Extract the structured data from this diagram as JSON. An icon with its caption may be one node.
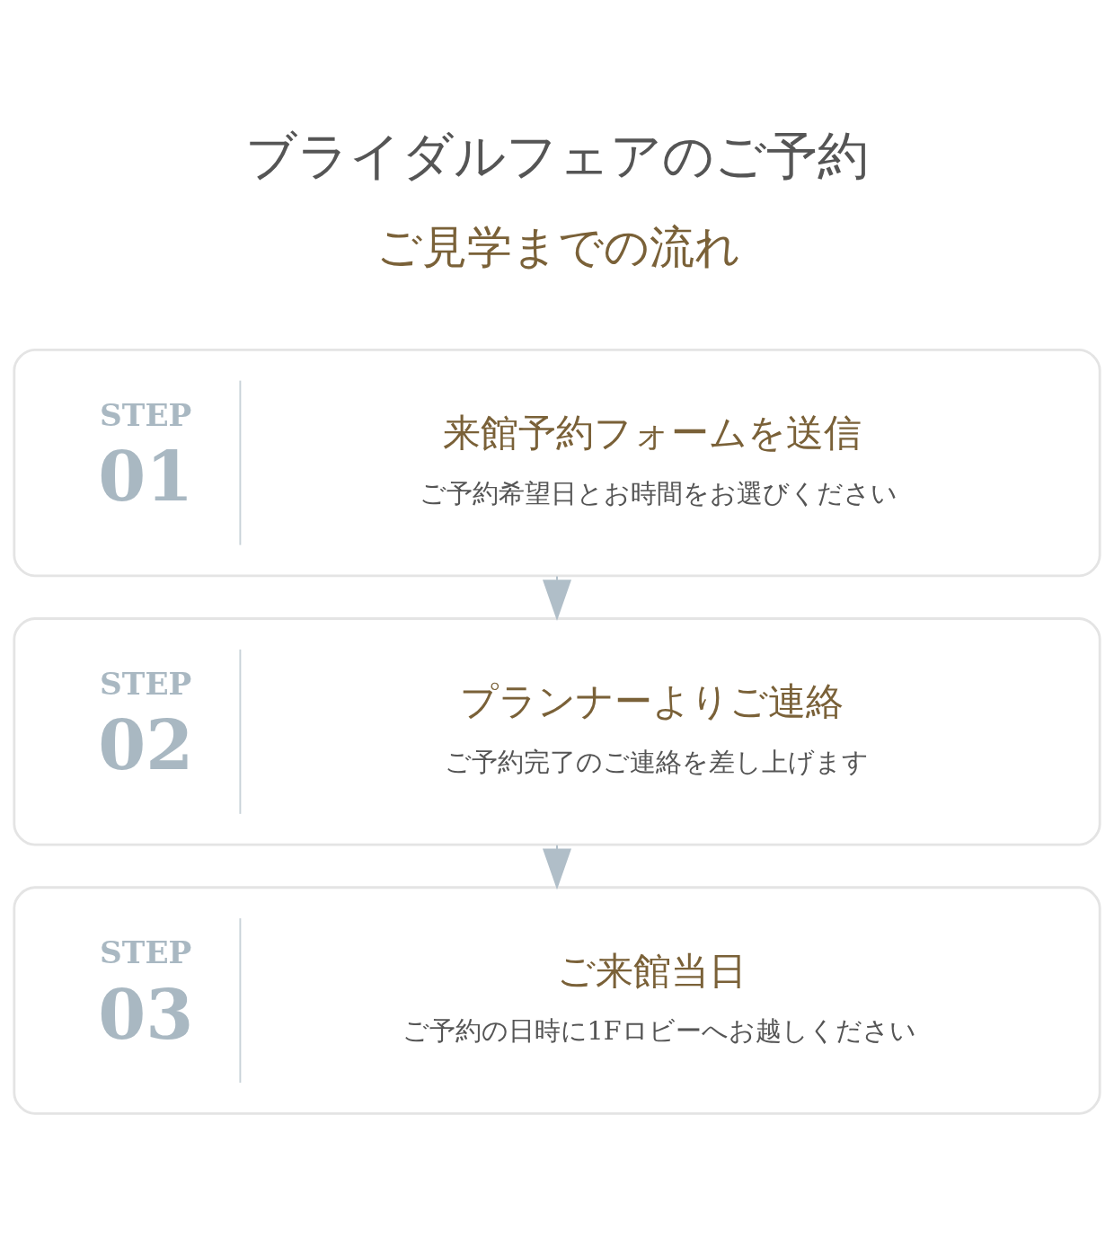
{
  "diagram": {
    "title": "ブライダルフェアのご予約",
    "nodes": [
      {
        "text": [
          "STEP",
          "01",
          "来館予約フォームを送信",
          "ご予約希望日とお時間をお選びください"
        ]
      },
      {
        "text": [
          "STEP",
          "02",
          "プランナーよりご連絡",
          "ご予約完了のご連絡を差し上げます"
        ]
      },
      {
        "text": [
          "STEP",
          "03",
          "ご来館当日",
          "ご予約の日時に1Fロビーへお越しください"
        ]
      }
    ],
    "edges": [
      {
        "from": 0,
        "to": 1,
        "arrow": "to"
      },
      {
        "from": 1,
        "to": 2,
        "arrow": "to"
      }
    ],
    "labels": [
      "ご見学までの流れ"
    ]
  }
}
